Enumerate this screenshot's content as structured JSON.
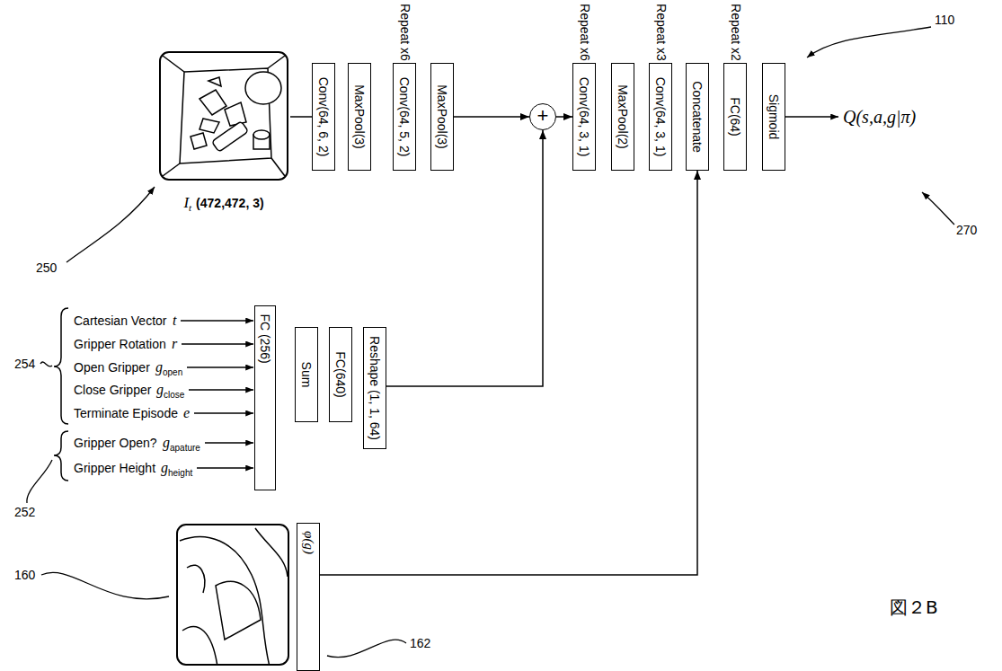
{
  "diagram": {
    "nodes": [
      {
        "text": [
          "I",
          "t",
          "(472,472, 3)"
        ]
      },
      {
        "text": [
          "Conv(64, 6, 2)"
        ]
      },
      {
        "text": [
          "MaxPool(3)"
        ]
      },
      {
        "text": [
          "Conv(64, 5, 2)"
        ]
      },
      {
        "text": [
          "MaxPool(3)"
        ]
      },
      {
        "text": [
          "+"
        ]
      },
      {
        "text": [
          "Conv(64, 3, 1)"
        ]
      },
      {
        "text": [
          "MaxPool(2)"
        ]
      },
      {
        "text": [
          "Conv(64, 3, 1)"
        ]
      },
      {
        "text": [
          "Concatenate"
        ]
      },
      {
        "text": [
          "FC(64)"
        ]
      },
      {
        "text": [
          "Sigmoid"
        ]
      },
      {
        "text": [
          "FC (256)"
        ]
      },
      {
        "text": [
          "Sum"
        ]
      },
      {
        "text": [
          "FC(640)"
        ]
      },
      {
        "text": [
          "Reshape (1, 1, 64)"
        ]
      },
      {
        "text": [
          "φ(g)"
        ]
      }
    ],
    "edges": [
      {
        "from": 0,
        "to": 1,
        "arrow": "none"
      },
      {
        "from": 4,
        "to": 5,
        "arrow": "to"
      },
      {
        "from": 5,
        "to": 6,
        "arrow": "to"
      },
      {
        "from": 15,
        "to": 5,
        "arrow": "to"
      },
      {
        "from": 16,
        "to": 9,
        "arrow": "to"
      }
    ],
    "labels": [
      "Repeat x6",
      "Repeat x6",
      "Repeat x3",
      "Repeat x2",
      "110",
      "Q(s,a,g|π)",
      "250",
      "270",
      "Cartesian Vector",
      "t",
      "Gripper Rotation",
      "r",
      "Open Gripper",
      "g",
      "open",
      "Close Gripper",
      "g",
      "close",
      "Terminate Episode",
      "e",
      "Gripper Open?",
      "g",
      "apature",
      "Gripper Height",
      "g",
      "height",
      "254",
      "252",
      "160",
      "162",
      "図２B"
    ]
  }
}
